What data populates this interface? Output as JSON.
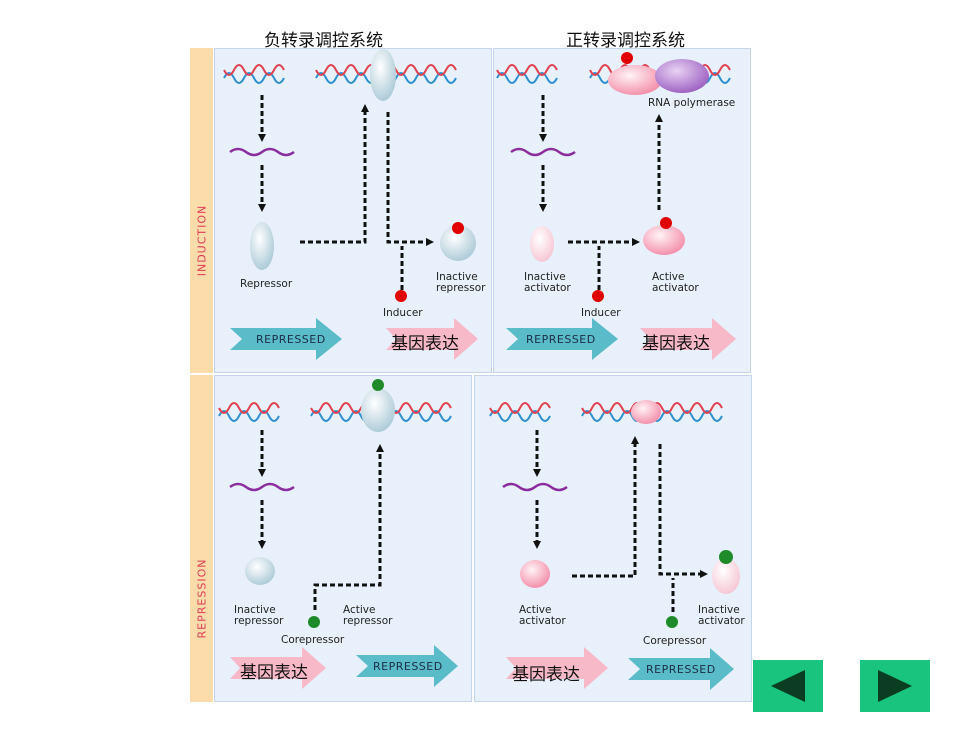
{
  "titles": {
    "negative": "负转录调控系统",
    "positive": "正转录调控系统"
  },
  "side_labels": {
    "induction": "INDUCTION",
    "repression": "REPRESSION"
  },
  "panels": {
    "top_left": {
      "repressor": "Repressor",
      "inactive_repressor_1": "Inactive",
      "inactive_repressor_2": "repressor",
      "inducer": "Inducer",
      "repressed": "REPRESSED",
      "expression": "基因表达"
    },
    "top_right": {
      "rna_polymerase": "RNA polymerase",
      "inactive_activator_1": "Inactive",
      "inactive_activator_2": "activator",
      "active_activator_1": "Active",
      "active_activator_2": "activator",
      "inducer": "Inducer",
      "repressed": "REPRESSED",
      "expression": "基因表达"
    },
    "bottom_left": {
      "inactive_repressor_1": "Inactive",
      "inactive_repressor_2": "repressor",
      "active_repressor_1": "Active",
      "active_repressor_2": "repressor",
      "corepressor": "Corepressor",
      "expression": "基因表达",
      "repressed": "REPRESSED"
    },
    "bottom_right": {
      "active_activator_1": "Active",
      "active_activator_2": "activator",
      "inactive_activator_1": "Inactive",
      "inactive_activator_2": "activator",
      "corepressor": "Corepressor",
      "expression": "基因表达",
      "repressed": "REPRESSED"
    }
  },
  "navigation": {
    "prev_icon": "triangle-left-icon",
    "next_icon": "triangle-right-icon"
  },
  "colors": {
    "panel_bg": "#e8f1fb",
    "side_band": "#fbdcaa",
    "side_text": "#e33c5a",
    "dna_red": "#e04050",
    "dna_blue": "#2f8fd0",
    "mrna": "#8a2ca0",
    "repressed_arrow": "#5bbcc9",
    "expression_arrow": "#f7b8c8",
    "inducer": "#e00000",
    "corepressor": "#1f8a2a",
    "nav_button": "#19c47f",
    "nav_icon": "#0a3d22"
  }
}
